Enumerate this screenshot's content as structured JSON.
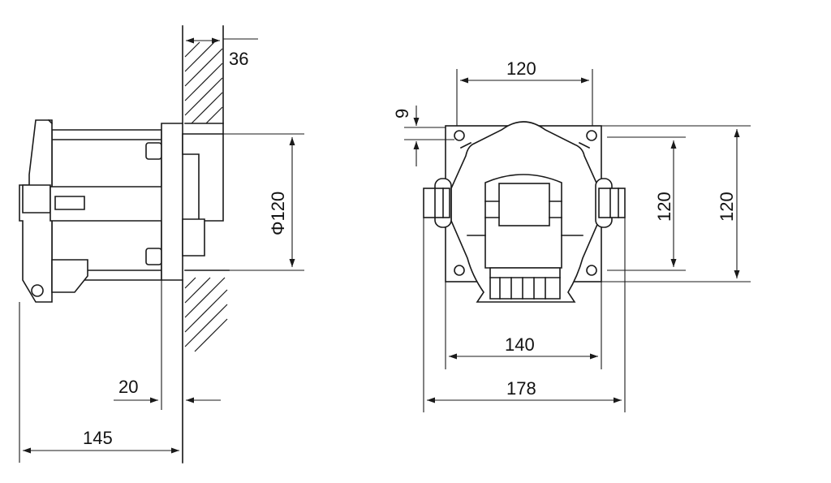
{
  "side_view": {
    "dim_wall": "36",
    "dim_diameter": "Φ120",
    "dim_flange": "20",
    "dim_depth": "145"
  },
  "front_view": {
    "dim_top_width": "120",
    "dim_small": "9",
    "dim_inner_height": "120",
    "dim_outer_height": "120",
    "dim_base_width": "140",
    "dim_total_width": "178"
  }
}
